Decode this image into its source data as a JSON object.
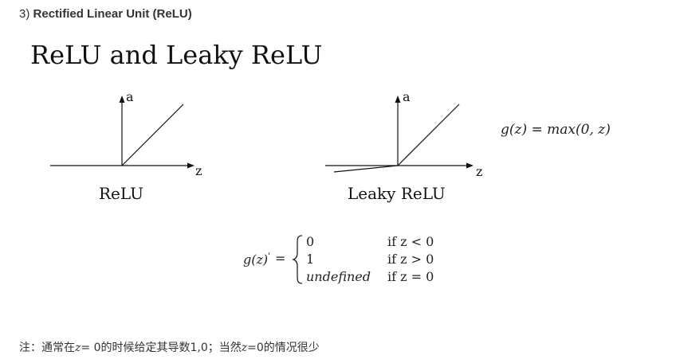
{
  "section": {
    "number": "3)",
    "title": "Rectified Linear Unit (ReLU)"
  },
  "slide": {
    "title": "ReLU and Leaky ReLU"
  },
  "plots": {
    "relu": {
      "label": "ReLU",
      "y_axis": "a",
      "x_axis": "z"
    },
    "leaky": {
      "label": "Leaky ReLU",
      "y_axis": "a",
      "x_axis": "z"
    }
  },
  "formula_g": "g(z) = max(0, z)",
  "derivative": {
    "lhs": "g(z)",
    "prime": "'",
    "equals": "=",
    "cases": [
      {
        "value": "0",
        "condition": "if z < 0"
      },
      {
        "value": "1",
        "condition": "if z > 0"
      },
      {
        "value": "undefined",
        "condition": "if z = 0"
      }
    ]
  },
  "note": {
    "prefix": "注：通常在",
    "var1": "z",
    "mid": "= 0的时候给定其导数1,0；当然",
    "var2": "z",
    "suffix": "=0的情况很少"
  }
}
